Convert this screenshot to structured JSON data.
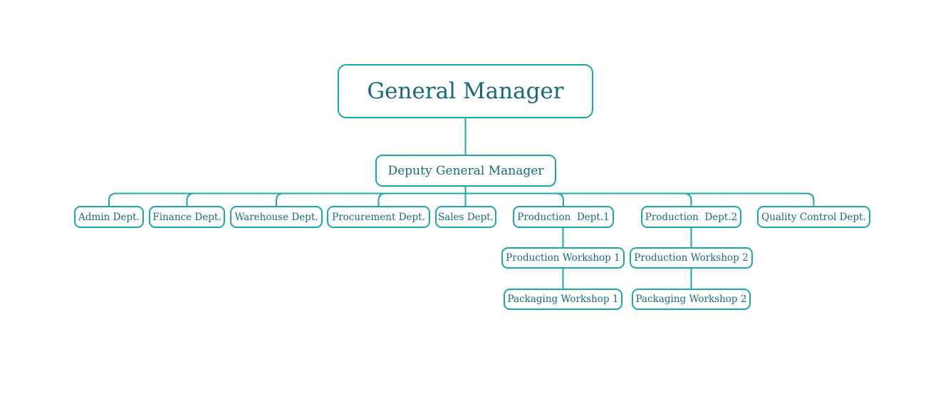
{
  "colors": {
    "line": "#1ba8aa",
    "node_border": "#1ba8aa",
    "node_text": "#176b78",
    "background": "#ffffff"
  },
  "org_chart": {
    "root": {
      "label": "General Manager"
    },
    "deputy": {
      "label": "Deputy General Manager"
    },
    "departments": [
      {
        "label": "Admin Dept."
      },
      {
        "label": "Finance Dept."
      },
      {
        "label": "Warehouse Dept."
      },
      {
        "label": "Procurement Dept."
      },
      {
        "label": "Sales Dept."
      },
      {
        "label": "Production  Dept.1"
      },
      {
        "label": "Production  Dept.2"
      },
      {
        "label": "Quality Control Dept."
      }
    ],
    "workshops": [
      {
        "label": "Production Workshop 1",
        "parent": "Production  Dept.1"
      },
      {
        "label": "Production Workshop 2",
        "parent": "Production  Dept.2"
      },
      {
        "label": "Packaging Workshop 1",
        "parent": "Production Workshop 1"
      },
      {
        "label": "Packaging Workshop 2",
        "parent": "Production Workshop 2"
      }
    ]
  }
}
